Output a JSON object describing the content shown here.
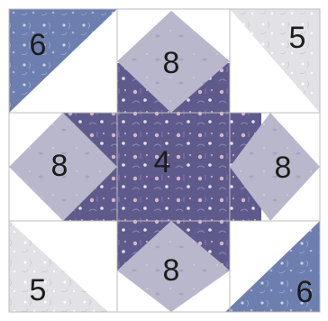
{
  "colors": {
    "background": "#ffffff",
    "seam": "#bdbdbd",
    "dark_blue": "#6d7fae",
    "light_gray": "#e2e2e6",
    "lavender": "#b9b7cb",
    "dark_purple": "#5f5a8c",
    "number_text": "#1c1c1c"
  },
  "pieces": {
    "top_left": "6",
    "top_right": "5",
    "bottom_left": "5",
    "bottom_right": "6",
    "center": "4",
    "diamond_top": "8",
    "diamond_left": "8",
    "diamond_right": "8",
    "diamond_bottom": "8"
  }
}
